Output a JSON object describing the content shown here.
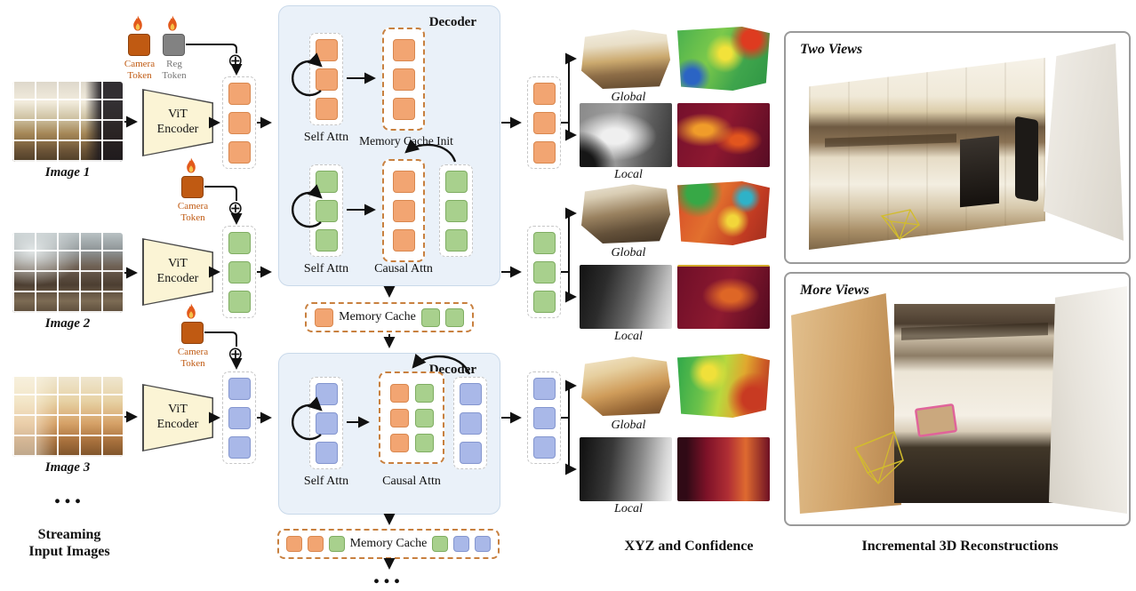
{
  "figure": {
    "inputs": {
      "section_label": "Streaming\nInput Images",
      "rows": [
        {
          "image_label": "Image 1",
          "encoder_label": "ViT\nEncoder",
          "camera_token_label": "Camera\nToken",
          "reg_token_label": "Reg\nToken"
        },
        {
          "image_label": "Image 2",
          "encoder_label": "ViT\nEncoder",
          "camera_token_label": "Camera\nToken"
        },
        {
          "image_label": "Image 3",
          "encoder_label": "ViT\nEncoder",
          "camera_token_label": "Camera\nToken"
        }
      ]
    },
    "symbols": {
      "plus": "⊕",
      "ellipsis": "..."
    },
    "decoder1": {
      "title": "Decoder",
      "self_attn_top": "Self Attn",
      "memory_cache_init": "Memory Cache Init",
      "self_attn_bottom": "Self Attn",
      "causal_attn": "Causal Attn"
    },
    "memory_cache_1": "Memory Cache",
    "decoder2": {
      "title": "Decoder",
      "self_attn": "Self Attn",
      "causal_attn": "Causal Attn"
    },
    "memory_cache_2": "Memory Cache",
    "outputs": {
      "section_label": "XYZ and Confidence",
      "rows": [
        {
          "global_label": "Global",
          "local_label": "Local"
        },
        {
          "global_label": "Global",
          "local_label": "Local"
        },
        {
          "global_label": "Global",
          "local_label": "Local"
        }
      ]
    },
    "reconstructions": {
      "section_label": "Incremental 3D Reconstructions",
      "panels": [
        {
          "label": "Two Views"
        },
        {
          "label": "More Views"
        }
      ]
    }
  },
  "colors": {
    "orange_token": "#F2A572",
    "orange_border": "#D9874E",
    "green_token": "#A8D08D",
    "green_border": "#7FAD62",
    "blue_token": "#A9B8E8",
    "blue_border": "#8496CF",
    "camera_token": "#C05A12",
    "camera_label": "#C05A12",
    "reg_token": "#828282",
    "reg_label": "#777777",
    "decoder_bg": "#EAF1F9",
    "decoder_border": "#C9D9EA",
    "cache_dash": "#C8803F",
    "vit_fill": "#FBF4D5",
    "vit_border": "#4A4A4A",
    "panel_border": "#9A9A9A",
    "flame_orange": "#E2591B",
    "flame_yellow": "#F6C14B",
    "arrow": "#111111"
  }
}
